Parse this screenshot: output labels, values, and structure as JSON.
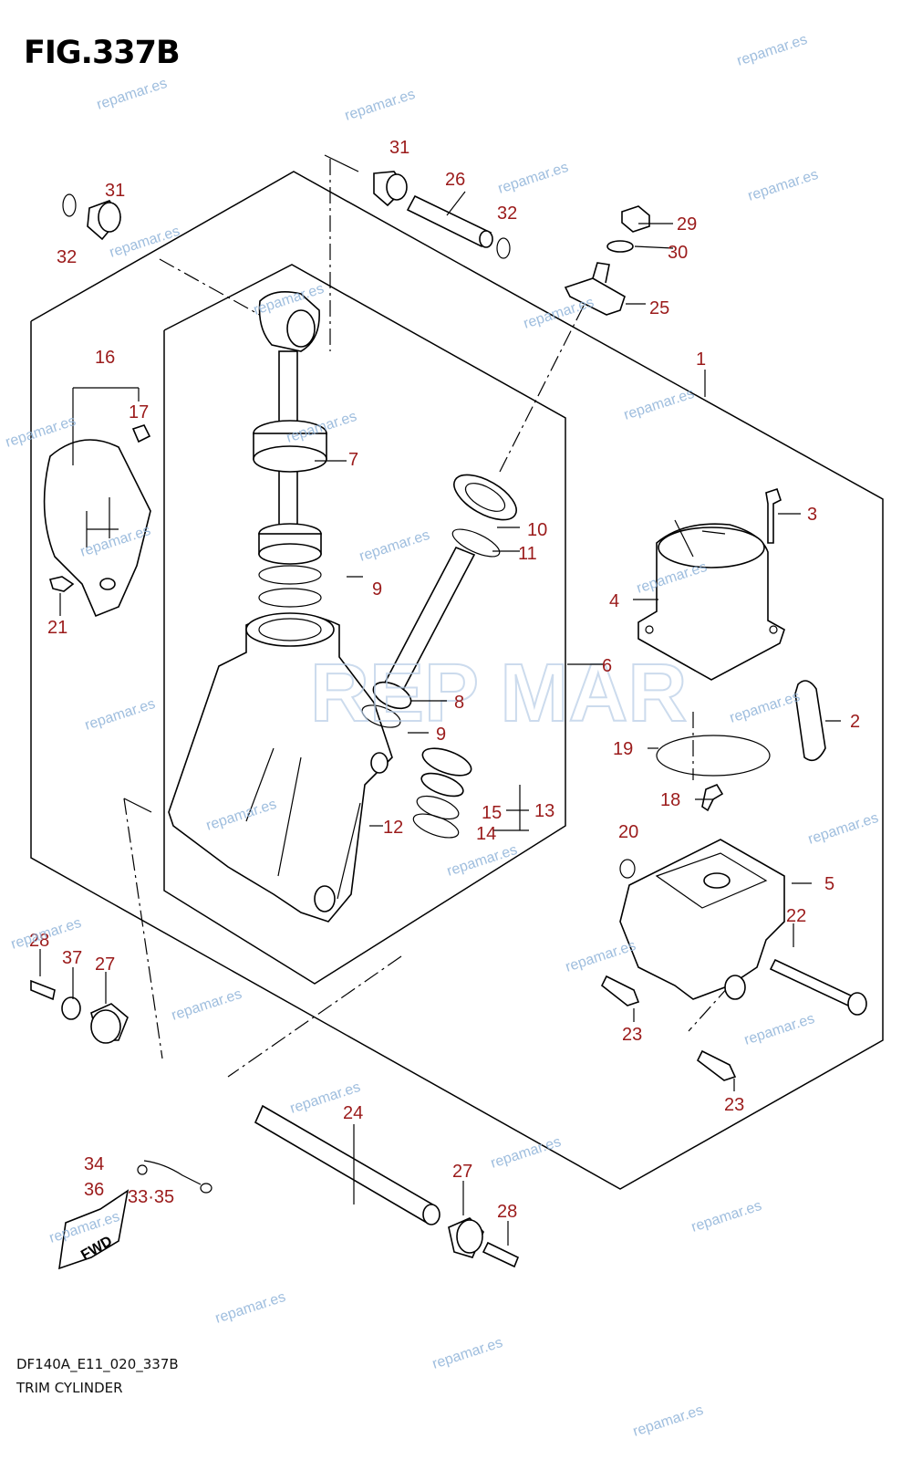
{
  "figure": {
    "title": "FIG.337B",
    "code": "DF140A_E11_020_337B",
    "caption": "TRIM CYLINDER"
  },
  "logo_text": "REP MAR",
  "watermark": "repamar.es",
  "fwd_label": "FWD",
  "callouts": [
    "31",
    "26",
    "32",
    "31",
    "32",
    "29",
    "30",
    "25",
    "1",
    "16",
    "17",
    "7",
    "10",
    "11",
    "9",
    "3",
    "4",
    "6",
    "8",
    "9",
    "2",
    "19",
    "18",
    "13",
    "15",
    "12",
    "14",
    "20",
    "5",
    "22",
    "28",
    "37",
    "27",
    "23",
    "23",
    "24",
    "34",
    "36",
    "33·35",
    "27",
    "28",
    "21"
  ],
  "colors": {
    "callout": "#9b1b1b",
    "watermark": "#8fb3d9",
    "line": "#000000"
  }
}
